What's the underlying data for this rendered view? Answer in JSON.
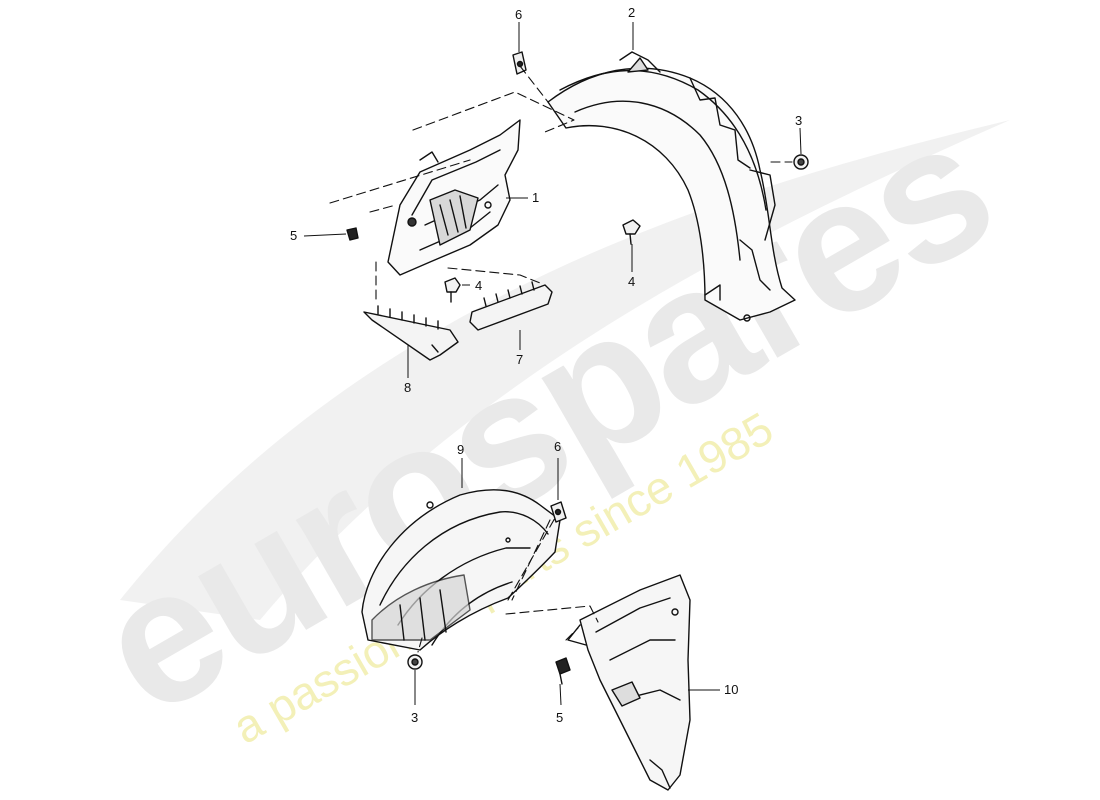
{
  "watermark": {
    "brand": "eurospares",
    "tagline": "a passion for parts since 1985"
  },
  "callouts": {
    "top": [
      "6",
      "2",
      "3",
      "1",
      "5",
      "4",
      "4",
      "7",
      "8"
    ],
    "bottom": [
      "9",
      "6",
      "3",
      "5",
      "10"
    ]
  }
}
